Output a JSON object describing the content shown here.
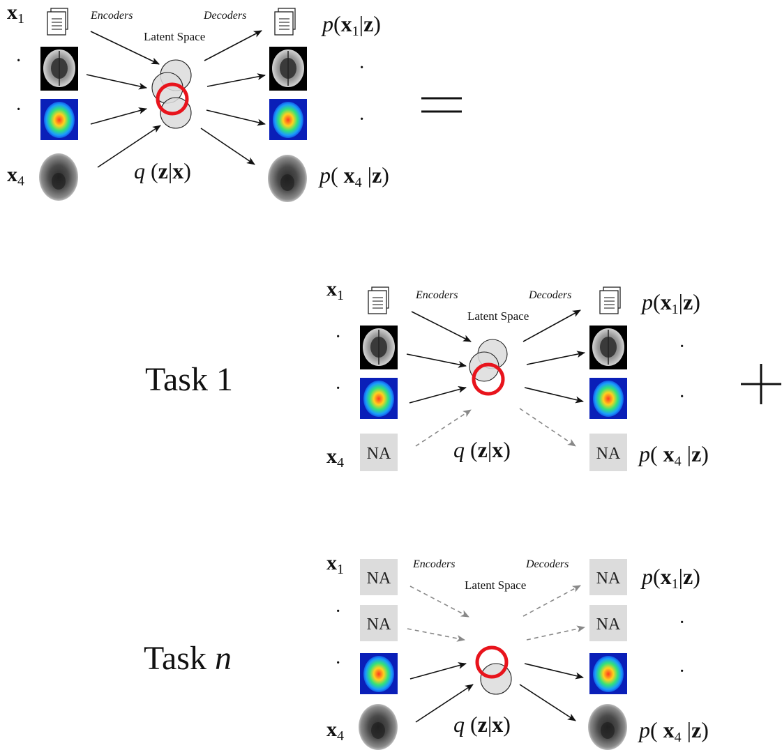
{
  "colors": {
    "arrow": "#111111",
    "missing_arrow": "#888888",
    "latent_fill": "#dcdcdc",
    "latent_stroke": "#222222",
    "selected_ring": "#e8141c",
    "na_fill": "#dcdcdc",
    "ink": "#111111"
  },
  "modality_icons": [
    "document-icon",
    "mri-brain-icon",
    "pet-brain-icon",
    "blurred-brain-icon"
  ],
  "equals_symbol": "=",
  "plus_symbol": "+",
  "panels": [
    {
      "task_label": "",
      "input_x1": "x",
      "input_x1_sub": "1",
      "input_x4": "x",
      "input_x4_sub": "4",
      "dot": "·",
      "encoders": "Encoders",
      "decoders": "Decoders",
      "latent_space": "Latent Space",
      "posterior": "q (z|x)",
      "output_top": "p(x1|z)",
      "output_bottom": "p( x4 |z)",
      "inputs": [
        "document",
        "mri",
        "pet",
        "blur"
      ],
      "outputs": [
        "document",
        "mri",
        "pet",
        "blur"
      ]
    },
    {
      "task_label": "Task 1",
      "input_x1": "x",
      "input_x1_sub": "1",
      "input_x4": "x",
      "input_x4_sub": "4",
      "dot": "·",
      "encoders": "Encoders",
      "decoders": "Decoders",
      "latent_space": "Latent Space",
      "posterior": "q (z|x)",
      "output_top": "p(x1|z)",
      "output_bottom": "p( x4 |z)",
      "na_label": "NA",
      "inputs": [
        "document",
        "mri",
        "pet",
        "NA"
      ],
      "outputs": [
        "document",
        "mri",
        "pet",
        "NA"
      ]
    },
    {
      "task_label": "Task n",
      "task_label_prefix": "Task ",
      "task_label_var": "n",
      "input_x1": "x",
      "input_x1_sub": "1",
      "input_x4": "x",
      "input_x4_sub": "4",
      "dot": "·",
      "encoders": "Encoders",
      "decoders": "Decoders",
      "latent_space": "Latent Space",
      "posterior": "q (z|x)",
      "output_top": "p(x1|z)",
      "output_bottom": "p( x4 |z)",
      "na_label": "NA",
      "inputs": [
        "NA",
        "NA",
        "pet",
        "blur"
      ],
      "outputs": [
        "NA",
        "NA",
        "pet",
        "blur"
      ]
    }
  ]
}
